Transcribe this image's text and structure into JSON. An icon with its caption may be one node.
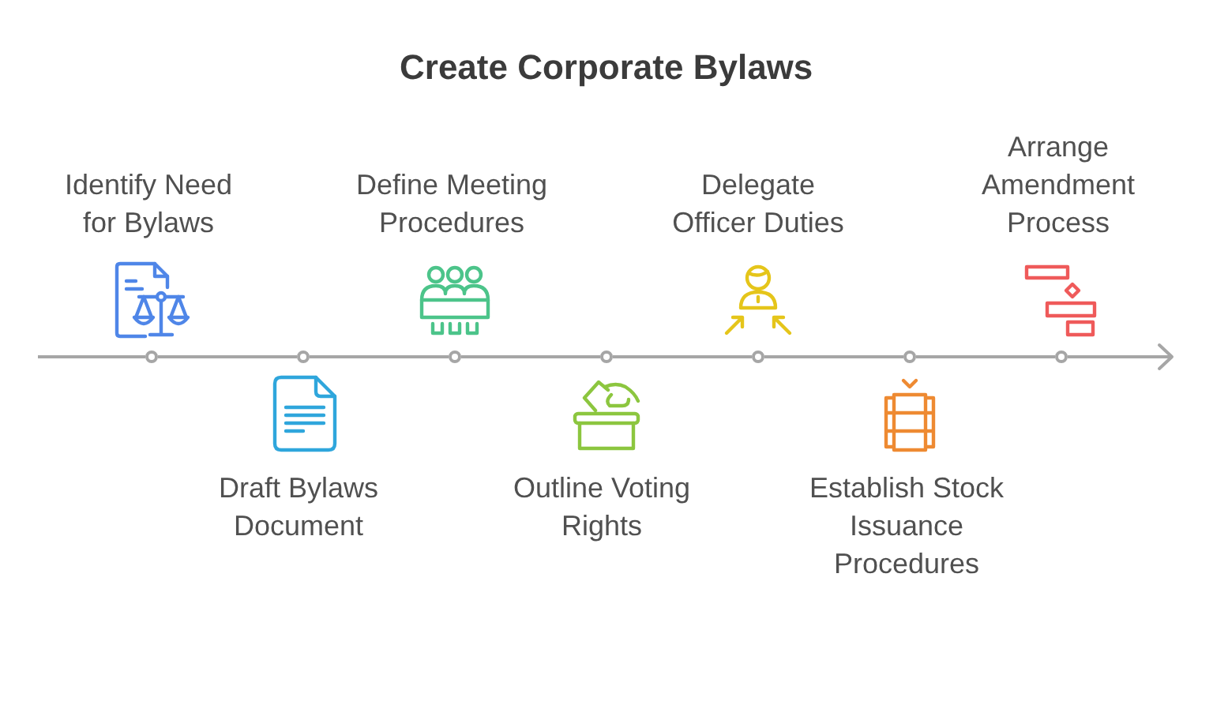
{
  "diagram": {
    "title": "Create Corporate Bylaws",
    "nodes": [
      {
        "text": [],
        "shape": "circle"
      },
      {
        "text": [],
        "shape": "circle"
      },
      {
        "text": [],
        "shape": "circle"
      },
      {
        "text": [],
        "shape": "circle"
      },
      {
        "text": [],
        "shape": "circle"
      },
      {
        "text": [],
        "shape": "circle"
      },
      {
        "text": [],
        "shape": "circle"
      }
    ],
    "edges": [
      {
        "from": null,
        "to": 0,
        "arrow": "none"
      },
      {
        "from": 0,
        "to": 1,
        "arrow": "none"
      },
      {
        "from": 1,
        "to": 2,
        "arrow": "none"
      },
      {
        "from": 2,
        "to": 3,
        "arrow": "none"
      },
      {
        "from": 3,
        "to": 4,
        "arrow": "none"
      },
      {
        "from": 4,
        "to": 5,
        "arrow": "none"
      },
      {
        "from": 5,
        "to": 6,
        "arrow": "none"
      },
      {
        "from": 6,
        "to": null,
        "arrow": "to"
      }
    ],
    "labels": [
      "Identify Need for Bylaws",
      "Draft Bylaws Document",
      "Define Meeting Procedures",
      "Outline Voting Rights",
      "Delegate Officer Duties",
      "Establish Stock Issuance Procedures",
      "Arrange Amendment Process"
    ]
  }
}
